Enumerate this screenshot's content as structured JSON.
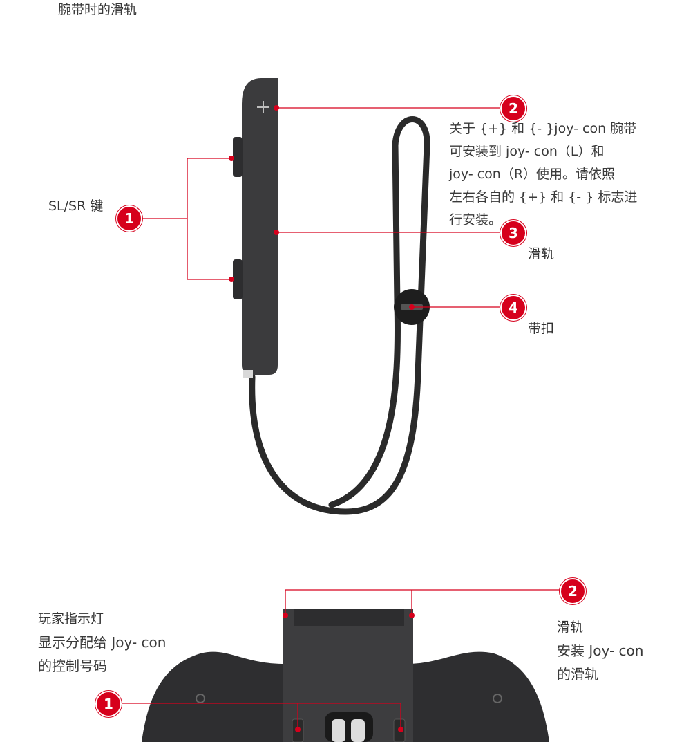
{
  "top_caption": "腕带时的滑轨",
  "section1": {
    "callouts": [
      {
        "num": "1",
        "label": "SL/SR 键"
      },
      {
        "num": "2",
        "lines": [
          "关于 {+} 和 {- }joy- con 腕带",
          "可安装到 joy- con（L）和",
          "joy- con（R）使用。请依照",
          "左右各自的 {+} 和 {- } 标志进",
          "行安装。"
        ]
      },
      {
        "num": "3",
        "label": "滑轨"
      },
      {
        "num": "4",
        "label": "带扣"
      }
    ]
  },
  "section2": {
    "callouts": [
      {
        "num": "1",
        "title": "玩家指示灯",
        "lines": [
          "显示分配给 Joy- con",
          "的控制号码"
        ]
      },
      {
        "num": "2",
        "title": "滑轨",
        "lines": [
          "安装 Joy- con",
          "的滑轨"
        ]
      }
    ]
  },
  "colors": {
    "accent": "#d6001c",
    "device": "#3b3b3d",
    "strap": "#2a2a2a"
  }
}
